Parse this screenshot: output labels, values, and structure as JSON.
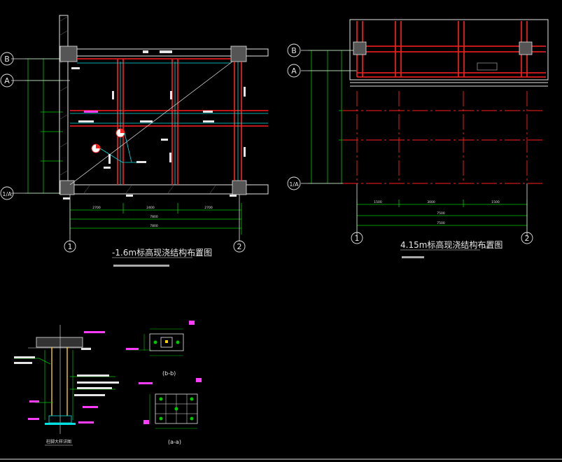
{
  "drawing": {
    "plan_left": {
      "title": "-1.6m标高现浇结构布置图",
      "scale": "1:100",
      "axes_rows": [
        "B",
        "A",
        "1/A"
      ],
      "axes_cols": [
        "1",
        "2"
      ],
      "dims_bottom": [
        "2700",
        "2400",
        "2700"
      ],
      "dims_total": [
        "7800",
        "7800"
      ]
    },
    "plan_right": {
      "title": "4.15m标高现浇结构布置图",
      "scale": "1:100",
      "axes_rows": [
        "B",
        "A",
        "1/A"
      ],
      "axes_cols": [
        "1",
        "2"
      ],
      "dims_bottom": [
        "1500",
        "3000",
        "1500"
      ],
      "dims_total": [
        "7500",
        "7500"
      ]
    },
    "details": {
      "column_detail_title": "柱脚大样详图",
      "section_b": "(b-b)",
      "section_a": "(a-a)"
    }
  },
  "colors": {
    "background": "#000000",
    "wall_outline": "#e6e6e6",
    "beam_red": "#ff2020",
    "cyan": "#00e0e0",
    "green": "#00c800",
    "magenta": "#ff3cff"
  }
}
